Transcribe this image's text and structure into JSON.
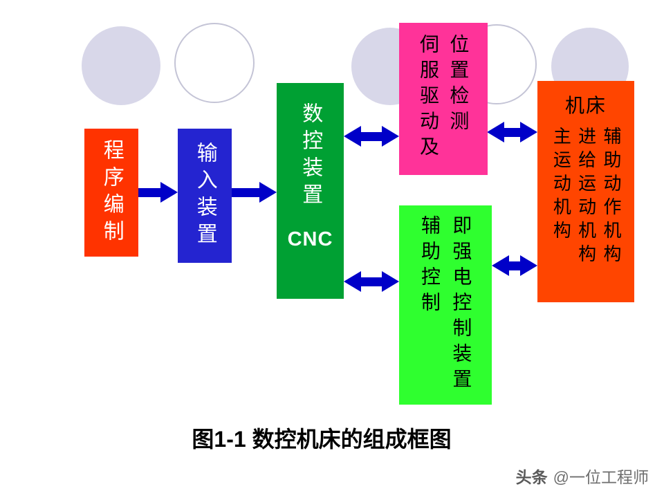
{
  "page": {
    "background": "#ffffff"
  },
  "decor": {
    "circle_fill_color": "#d8d7e9",
    "circle_outline_color": "#c4c4d6"
  },
  "diagram": {
    "arrow_color": "#0000c8",
    "boxes": {
      "program": {
        "label": "程序编制",
        "color": "#ff3300",
        "text_color": "#ffffff"
      },
      "input": {
        "label": "输入装置",
        "color": "#2424d0",
        "text_color": "#ffffff"
      },
      "cnc": {
        "label": "数控装置",
        "sublabel": "CNC",
        "color": "#00a033",
        "text_color": "#ffffff"
      },
      "servo": {
        "columns": [
          "伺服驱动及",
          "位置检测"
        ],
        "color": "#ff3399",
        "text_color": "#000000"
      },
      "aux_control": {
        "columns": [
          "辅助控制",
          "即强电控制装置"
        ],
        "color": "#2fff2f",
        "text_color": "#000000"
      },
      "machine": {
        "title": "机床",
        "columns": [
          "主运动机构",
          "进给运动机构",
          "辅助动作机构"
        ],
        "color": "#ff4500",
        "text_color": "#000000"
      }
    },
    "caption": "图1-1 数控机床的组成框图",
    "watermark": {
      "brand": "头条",
      "handle": "@一位工程师"
    }
  }
}
